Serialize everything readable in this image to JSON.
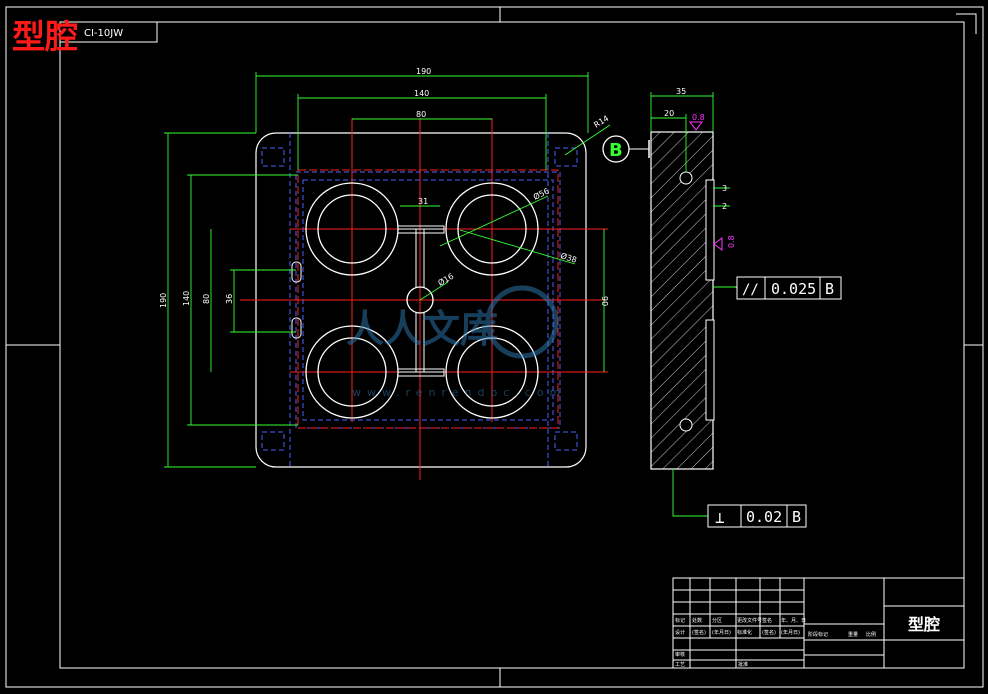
{
  "drawing": {
    "stamp_title": "型腔",
    "header_code": "CI-10JW",
    "title_block_name": "型腔",
    "colors": {
      "background": "#000000",
      "outline": "#ffffff",
      "dimension": "#33ff33",
      "centerline": "#ff2020",
      "hidden": "#4a64ff",
      "magenta": "#ff33ff",
      "stamp": "#ff1a1a"
    }
  },
  "dimensions": {
    "width_overall": "190",
    "width_140": "140",
    "width_80": "80",
    "hole_spacing": "31",
    "height_overall": "190",
    "height_140": "140",
    "height_80": "80",
    "height_36": "36",
    "right_90": "90",
    "corner_radius": "R14",
    "dia_outer": "Ø56",
    "dia_inner": "Ø38",
    "dia_center": "Ø16",
    "side_thickness": "35",
    "side_20": "20",
    "side_3": "3",
    "side_2": "2",
    "roughness_top": "0.8",
    "roughness_side": "0.8"
  },
  "tolerances": {
    "datum_label": "B",
    "parallel_symbol": "//",
    "parallel_value": "0.025",
    "parallel_datum": "B",
    "perp_symbol": "⊥",
    "perp_value": "0.02",
    "perp_datum": "B"
  },
  "watermark": {
    "text": "人人文库",
    "url": "www.renrendoc.com"
  },
  "title_block": {
    "rows": [
      [
        "标记",
        "处数",
        "分区",
        "更改文件号",
        "签名",
        "年、月、日"
      ],
      [
        "设计",
        "(签名)",
        "(年月日)",
        "标准化",
        "(签名)",
        "(年月日)"
      ]
    ],
    "stage_headers": [
      "阶段标记",
      "重量",
      "比例"
    ],
    "checks": [
      "审核",
      "工艺",
      "批准"
    ]
  }
}
